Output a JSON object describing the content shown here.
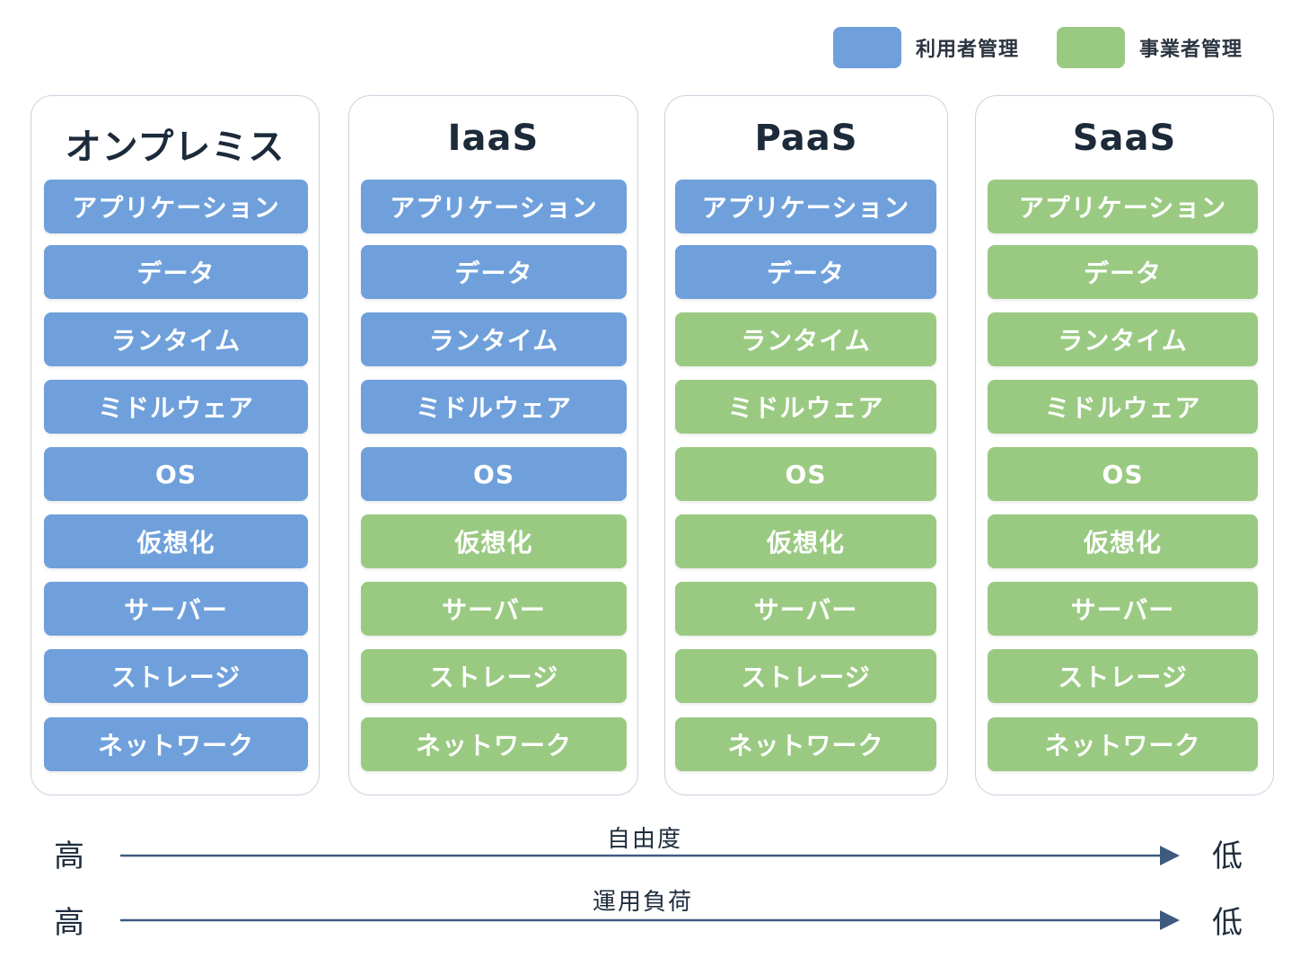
{
  "legend": [
    {
      "label": "利用者管理",
      "color": "#6fa0db"
    },
    {
      "label": "事業者管理",
      "color": "#9aca82"
    }
  ],
  "columns": [
    {
      "title": "オンプレミス",
      "layers": [
        {
          "label": "アプリケーション",
          "managed_by": "user"
        },
        {
          "label": "データ",
          "managed_by": "user"
        },
        {
          "label": "ランタイム",
          "managed_by": "user"
        },
        {
          "label": "ミドルウェア",
          "managed_by": "user"
        },
        {
          "label": "OS",
          "managed_by": "user"
        },
        {
          "label": "仮想化",
          "managed_by": "user"
        },
        {
          "label": "サーバー",
          "managed_by": "user"
        },
        {
          "label": "ストレージ",
          "managed_by": "user"
        },
        {
          "label": "ネットワーク",
          "managed_by": "user"
        }
      ]
    },
    {
      "title": "IaaS",
      "layers": [
        {
          "label": "アプリケーション",
          "managed_by": "user"
        },
        {
          "label": "データ",
          "managed_by": "user"
        },
        {
          "label": "ランタイム",
          "managed_by": "user"
        },
        {
          "label": "ミドルウェア",
          "managed_by": "user"
        },
        {
          "label": "OS",
          "managed_by": "user"
        },
        {
          "label": "仮想化",
          "managed_by": "provider"
        },
        {
          "label": "サーバー",
          "managed_by": "provider"
        },
        {
          "label": "ストレージ",
          "managed_by": "provider"
        },
        {
          "label": "ネットワーク",
          "managed_by": "provider"
        }
      ]
    },
    {
      "title": "PaaS",
      "layers": [
        {
          "label": "アプリケーション",
          "managed_by": "user"
        },
        {
          "label": "データ",
          "managed_by": "user"
        },
        {
          "label": "ランタイム",
          "managed_by": "provider"
        },
        {
          "label": "ミドルウェア",
          "managed_by": "provider"
        },
        {
          "label": "OS",
          "managed_by": "provider"
        },
        {
          "label": "仮想化",
          "managed_by": "provider"
        },
        {
          "label": "サーバー",
          "managed_by": "provider"
        },
        {
          "label": "ストレージ",
          "managed_by": "provider"
        },
        {
          "label": "ネットワーク",
          "managed_by": "provider"
        }
      ]
    },
    {
      "title": "SaaS",
      "layers": [
        {
          "label": "アプリケーション",
          "managed_by": "provider"
        },
        {
          "label": "データ",
          "managed_by": "provider"
        },
        {
          "label": "ランタイム",
          "managed_by": "provider"
        },
        {
          "label": "ミドルウェア",
          "managed_by": "provider"
        },
        {
          "label": "OS",
          "managed_by": "provider"
        },
        {
          "label": "仮想化",
          "managed_by": "provider"
        },
        {
          "label": "サーバー",
          "managed_by": "provider"
        },
        {
          "label": "ストレージ",
          "managed_by": "provider"
        },
        {
          "label": "ネットワーク",
          "managed_by": "provider"
        }
      ]
    }
  ],
  "colors": {
    "user": "#6fa0db",
    "provider": "#9aca82",
    "arrow": "#3d5a80"
  },
  "scales": [
    {
      "label": "自由度",
      "start": "高",
      "end": "低"
    },
    {
      "label": "運用負荷",
      "start": "高",
      "end": "低"
    }
  ]
}
